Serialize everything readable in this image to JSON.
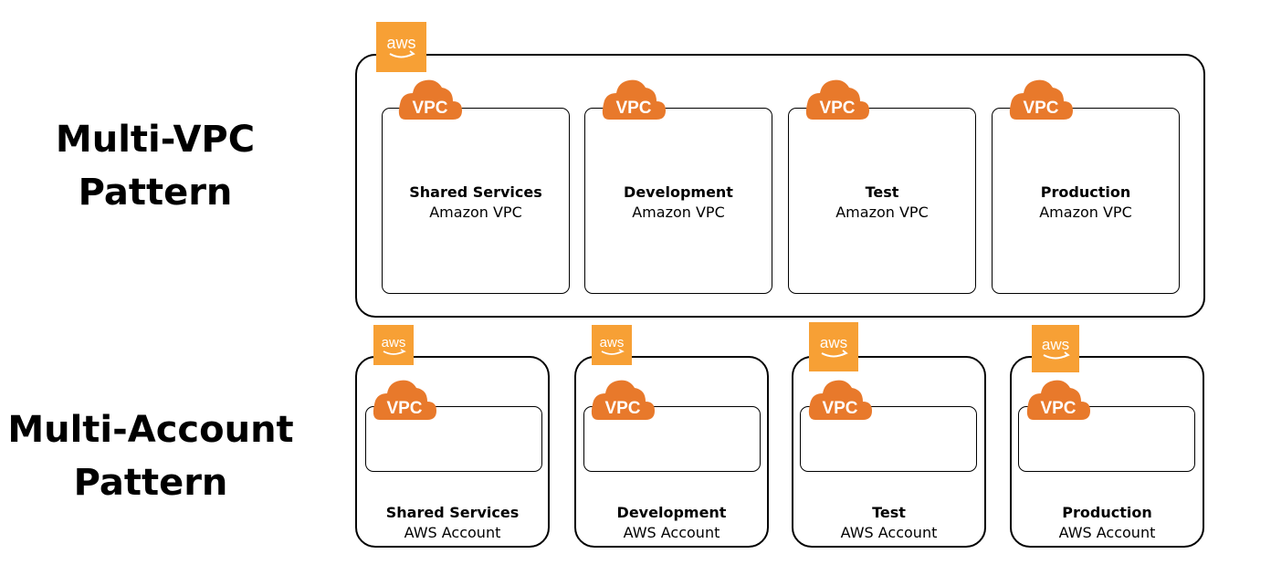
{
  "patterns": {
    "multi_vpc": {
      "title_line1": "Multi-VPC",
      "title_line2": "Pattern"
    },
    "multi_account": {
      "title_line1": "Multi-Account",
      "title_line2": "Pattern"
    }
  },
  "icons": {
    "aws_badge_text": "aws",
    "vpc_cloud_text": "VPC"
  },
  "colors": {
    "aws_orange": "#F7A035",
    "vpc_orange": "#E8792B",
    "border": "#000000"
  },
  "vpcs": [
    {
      "name": "Shared Services",
      "kind": "Amazon VPC"
    },
    {
      "name": "Development",
      "kind": "Amazon VPC"
    },
    {
      "name": "Test",
      "kind": "Amazon VPC"
    },
    {
      "name": "Production",
      "kind": "Amazon VPC"
    }
  ],
  "accounts": [
    {
      "name": "Shared Services",
      "kind": "AWS Account"
    },
    {
      "name": "Development",
      "kind": "AWS Account"
    },
    {
      "name": "Test",
      "kind": "AWS Account"
    },
    {
      "name": "Production",
      "kind": "AWS Account"
    }
  ]
}
